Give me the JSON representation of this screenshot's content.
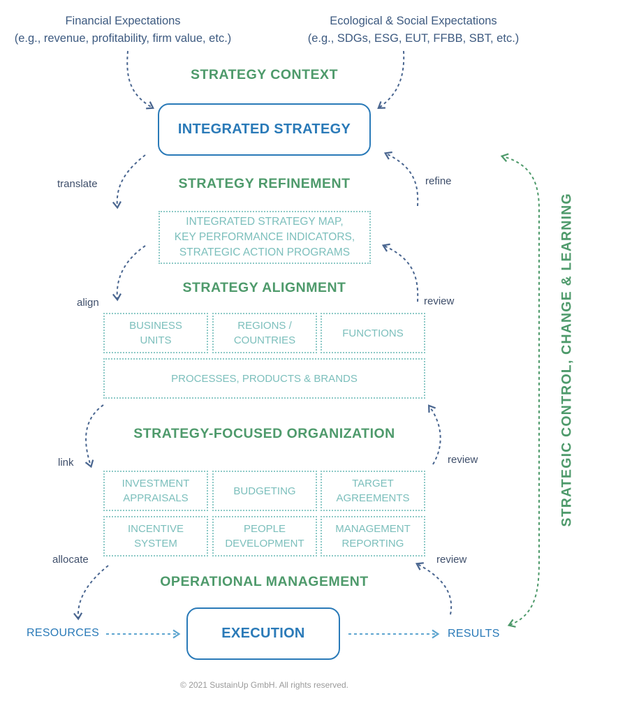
{
  "expectations": {
    "financial": {
      "title": "Financial Expectations",
      "detail": "(e.g., revenue, profitability, firm value, etc.)"
    },
    "ecological": {
      "title": "Ecological & Social Expectations",
      "detail": "(e.g., SDGs, ESG, EUT, FFBB, SBT, etc.)"
    }
  },
  "phases": {
    "context": "STRATEGY CONTEXT",
    "refinement": "STRATEGY REFINEMENT",
    "alignment": "STRATEGY ALIGNMENT",
    "organization": "STRATEGY-FOCUSED ORGANIZATION",
    "operational": "OPERATIONAL MANAGEMENT"
  },
  "main_boxes": {
    "integrated_strategy": "INTEGRATED STRATEGY",
    "execution": "EXECUTION"
  },
  "refinement_box": {
    "line1": "INTEGRATED STRATEGY MAP,",
    "line2": "KEY PERFORMANCE INDICATORS,",
    "line3": "STRATEGIC ACTION PROGRAMS"
  },
  "alignment_boxes": {
    "business_units": {
      "line1": "BUSINESS",
      "line2": "UNITS"
    },
    "regions": {
      "line1": "REGIONS /",
      "line2": "COUNTRIES"
    },
    "functions": "FUNCTIONS",
    "processes": "PROCESSES, PRODUCTS & BRANDS"
  },
  "organization_boxes": {
    "investment": {
      "line1": "INVESTMENT",
      "line2": "APPRAISALS"
    },
    "budgeting": "BUDGETING",
    "target": {
      "line1": "TARGET",
      "line2": "AGREEMENTS"
    },
    "incentive": {
      "line1": "INCENTIVE",
      "line2": "SYSTEM"
    },
    "people": {
      "line1": "PEOPLE",
      "line2": "DEVELOPMENT"
    },
    "management": {
      "line1": "MANAGEMENT",
      "line2": "REPORTING"
    }
  },
  "verbs": {
    "translate": "translate",
    "refine": "refine",
    "align": "align",
    "review1": "review",
    "link": "link",
    "review2": "review",
    "allocate": "allocate",
    "review3": "review"
  },
  "flow": {
    "resources": "RESOURCES",
    "results": "RESULTS"
  },
  "side_label": "STRATEGIC CONTROL, CHANGE & LEARNING",
  "copyright": "© 2021 SustainUp GmbH. All rights reserved.",
  "colors": {
    "dark_arrow": "#4a6690",
    "green": "#4e9a6b",
    "blue": "#2a7ab8",
    "teal": "#8cc9c6",
    "light_blue_arrow": "#7cb7d6"
  }
}
